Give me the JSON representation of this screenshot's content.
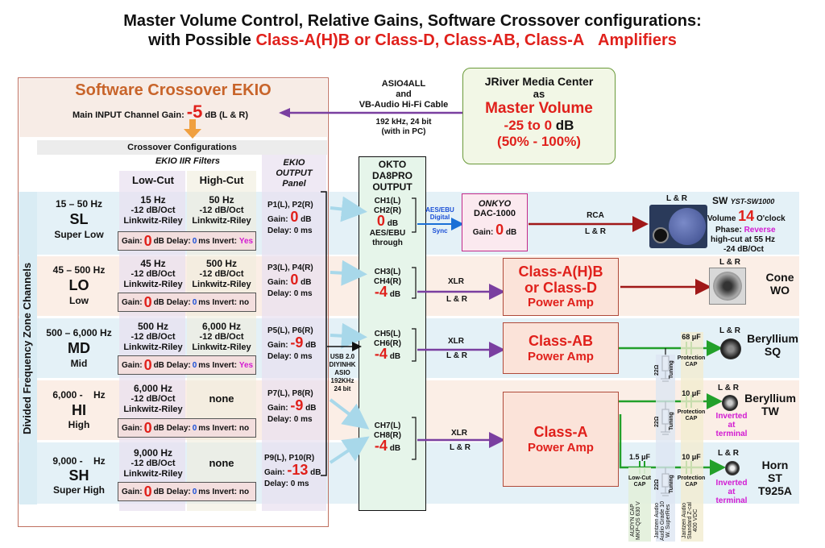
{
  "title": {
    "line1": "Master Volume Control, Relative Gains, Software Crossover configurations:",
    "line2_prefix": "with Possible ",
    "line2_classes": "Class-A(H)B or Class-D, Class-AB, Class-A",
    "line2_suffix": "Amplifiers"
  },
  "ekio": {
    "title": "Software Crossover EKIO",
    "gain_label": "Main INPUT Channel Gain:",
    "gain_value": "-5",
    "gain_unit": "dB (L & R)",
    "crossover_configs": "Crossover Configurations",
    "iir_filters": "EKIO IIR Filters",
    "low_cut": "Low-Cut",
    "high_cut": "High-Cut",
    "output_panel_l1": "EKIO",
    "output_panel_l2": "OUTPUT",
    "output_panel_l3": "Panel",
    "side_label": "Divided  Frequency Zone Channels"
  },
  "asio": {
    "l1": "ASIO4ALL",
    "l2": "and",
    "l3": "VB-Audio Hi-Fi Cable",
    "l4": "192 kHz, 24 bit",
    "l5": "(with in PC)"
  },
  "jriver": {
    "name": "JRiver Media Center",
    "as": "as",
    "master": "Master Volume",
    "range_red": "-25 to 0",
    "range_unit": "dB",
    "percent": "(50% - 100%)"
  },
  "okto": {
    "l1": "OKTO",
    "l2": "DA8PRO",
    "l3": "OUTPUT"
  },
  "usb": {
    "l1": "USB 2.0",
    "l2": "DIYINHK",
    "l3": "ASIO",
    "l4": "192KHz",
    "l5": "24 bit"
  },
  "channels": [
    {
      "range": "15 – 50 Hz",
      "code": "SL",
      "name": "Super Low",
      "lowcut_freq": "15 Hz",
      "lowcut_slope": "-12 dB/Oct",
      "lowcut_type": "Linkwitz-Riley",
      "highcut_freq": "50 Hz",
      "highcut_slope": "-12 dB/Oct",
      "highcut_type": "Linkwitz-Riley",
      "gain": "0",
      "delay": "0",
      "invert": "Yes",
      "ports": "P1(L), P2(R)",
      "out_gain": "0",
      "out_delay": "Delay: 0 ms",
      "ch_l": "CH1(L)",
      "ch_r": "CH2(R)",
      "ch_gain": "0",
      "ch_extra1": "AES/EBU",
      "ch_extra2": "through"
    },
    {
      "range": "45 – 500 Hz",
      "code": "LO",
      "name": "Low",
      "lowcut_freq": "45 Hz",
      "lowcut_slope": "-12 dB/Oct",
      "lowcut_type": "Linkwitz-Riley",
      "highcut_freq": "500 Hz",
      "highcut_slope": "-12 dB/Oct",
      "highcut_type": "Linkwitz-Riley",
      "gain": "0",
      "delay": "0",
      "invert": "no",
      "ports": "P3(L), P4(R)",
      "out_gain": "0",
      "out_delay": "Delay: 0 ms",
      "ch_l": "CH3(L)",
      "ch_r": "CH4(R)",
      "ch_gain": "-4"
    },
    {
      "range": "500 – 6,000 Hz",
      "code": "MD",
      "name": "Mid",
      "lowcut_freq": "500 Hz",
      "lowcut_slope": "-12 dB/Oct",
      "lowcut_type": "Linkwitz-Riley",
      "highcut_freq": "6,000 Hz",
      "highcut_slope": "-12 dB/Oct",
      "highcut_type": "Linkwitz-Riley",
      "gain": "0",
      "delay": "0",
      "invert": "Yes",
      "ports": "P5(L), P6(R)",
      "out_gain": "-9",
      "out_delay": "Delay: 0 ms",
      "ch_l": "CH5(L)",
      "ch_r": "CH6(R)",
      "ch_gain": "-4"
    },
    {
      "range": "6,000 -    Hz",
      "code": "HI",
      "name": "High",
      "lowcut_freq": "6,000 Hz",
      "lowcut_slope": "-12 dB/Oct",
      "lowcut_type": "Linkwitz-Riley",
      "highcut_none": "none",
      "gain": "0",
      "delay": "0",
      "invert": "no",
      "ports": "P7(L), P8(R)",
      "out_gain": "-9",
      "out_delay": "Delay: 0 ms",
      "ch_l": "CH7(L)",
      "ch_r": "CH8(R)",
      "ch_gain": "-4"
    },
    {
      "range": "9,000 -    Hz",
      "code": "SH",
      "name": "Super High",
      "lowcut_freq": "9,000 Hz",
      "lowcut_slope": "-12 dB/Oct",
      "lowcut_type": "Linkwitz-Riley",
      "highcut_none": "none",
      "gain": "0",
      "delay": "0",
      "invert": "no",
      "ports": "P9(L), P10(R)",
      "out_gain": "-13",
      "out_delay": "Delay: 0 ms"
    }
  ],
  "common": {
    "gain_label": "Gain:",
    "db": "dB",
    "delay_label": "Delay:",
    "ms": "ms",
    "invert_label": "Invert:",
    "out_gain_label": "Gain:"
  },
  "aes": {
    "l1": "AES/EBU",
    "l2": "Digital",
    "l3": "Sync"
  },
  "onkyo": {
    "l1": "ONKYO",
    "l2": "DAC-1000",
    "gain_label": "Gain:",
    "gain": "0",
    "unit": "dB"
  },
  "rca": {
    "l1": "RCA",
    "l2": "L & R"
  },
  "xlr": {
    "l1": "XLR",
    "l2": "L & R"
  },
  "amps": {
    "ahb_l1": "Class-A(H)B",
    "ahb_l2": "or Class-D",
    "ahb_l3": "Power Amp",
    "ab_l1": "Class-AB",
    "ab_l2": "Power Amp",
    "a_l1": "Class-A",
    "a_l2": "Power Amp"
  },
  "sw": {
    "lr": "L & R",
    "name": "SW",
    "model": "YST-SW1000",
    "vol_label": "Volume",
    "vol": "14",
    "vol_unit": "O'clock",
    "phase_label": "Phase:",
    "phase": "Reverse",
    "hc": "high-cut at 55 Hz",
    "slope": "-24 dB/Oct"
  },
  "speakers": {
    "lr": "L & R",
    "wo_l1": "Cone",
    "wo_l2": "WO",
    "sq_l1": "Beryllium",
    "sq_l2": "SQ",
    "tw_l1": "Beryllium",
    "tw_l2": "TW",
    "st_l1": "Horn",
    "st_l2": "ST",
    "st_l3": "T925A",
    "inverted_l1": "Inverted",
    "inverted_l2": "at",
    "inverted_l3": "terminal"
  },
  "caps": {
    "c68": "68 μF",
    "c10a": "10 μF",
    "c10b": "10 μF",
    "c15": "1.5 μF",
    "protection": "Protection",
    "cap": "CAP",
    "lowcut": "Low-Cut",
    "ohm": "22Ω",
    "tuning": "Tuning",
    "audyn": "AUDYN CAP MKP-QS 630 V",
    "jantzen_res": "Jantzen Audio Audio Grade 10 W. SuperRes",
    "jantzen_cap": "Jantzen Audio Standard Z-cal 400 VDC"
  },
  "colors": {
    "accent_red": "#e0201b",
    "orange": "#c8642a",
    "purple": "#7a3fa0",
    "dark_red": "#a01818",
    "green": "#22a02a",
    "blue": "#1a4fd6"
  }
}
